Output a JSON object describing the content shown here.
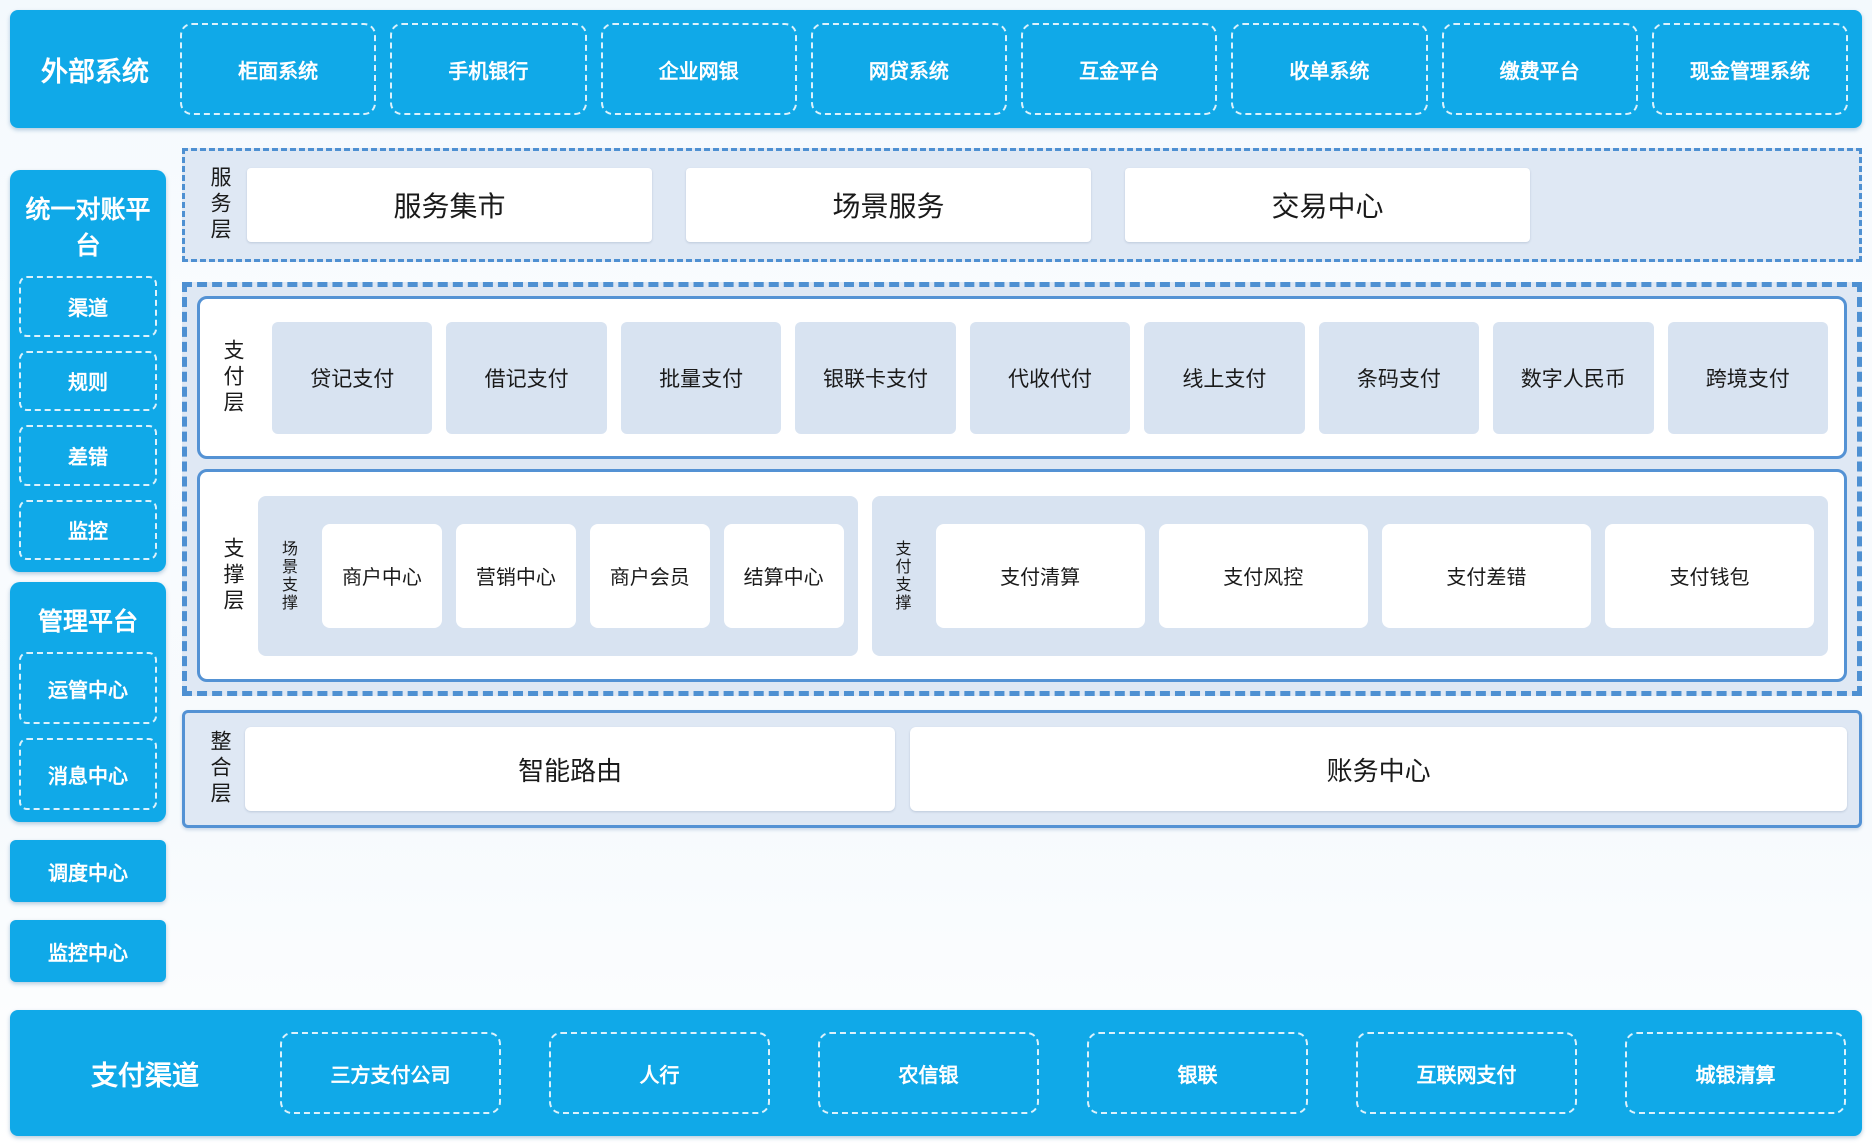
{
  "colors": {
    "blue": "#10A9E8",
    "border-blue": "#4E90D2",
    "solid-border": "#5492D4",
    "panel-bg": "#DFE8F4",
    "box-bg": "#D8E3F1"
  },
  "top_bar": {
    "title": "外部系统",
    "items": [
      "柜面系统",
      "手机银行",
      "企业网银",
      "网贷系统",
      "互金平台",
      "收单系统",
      "缴费平台",
      "现金管理系统"
    ]
  },
  "sidebar": {
    "reconciliation": {
      "title": "统一对账平台",
      "items": [
        "渠道",
        "规则",
        "差错",
        "监控"
      ]
    },
    "management": {
      "title": "管理平台",
      "items": [
        "运管中心",
        "消息中心"
      ]
    },
    "standalone": [
      "调度中心",
      "监控中心"
    ]
  },
  "layers": {
    "service": {
      "label": "服务层",
      "items": [
        "服务集市",
        "场景服务",
        "交易中心"
      ]
    },
    "payment": {
      "label": "支付层",
      "items": [
        "贷记支付",
        "借记支付",
        "批量支付",
        "银联卡支付",
        "代收代付",
        "线上支付",
        "条码支付",
        "数字人民币",
        "跨境支付"
      ]
    },
    "support": {
      "label": "支撑层",
      "groups": [
        {
          "label": "场景支撑",
          "items": [
            "商户中心",
            "营销中心",
            "商户会员",
            "结算中心"
          ]
        },
        {
          "label": "支付支撑",
          "items": [
            "支付清算",
            "支付风控",
            "支付差错",
            "支付钱包"
          ]
        }
      ]
    },
    "integration": {
      "label": "整合层",
      "items": [
        "智能路由",
        "账务中心"
      ]
    }
  },
  "bottom_bar": {
    "title": "支付渠道",
    "items": [
      "三方支付公司",
      "人行",
      "农信银",
      "银联",
      "互联网支付",
      "城银清算"
    ]
  }
}
